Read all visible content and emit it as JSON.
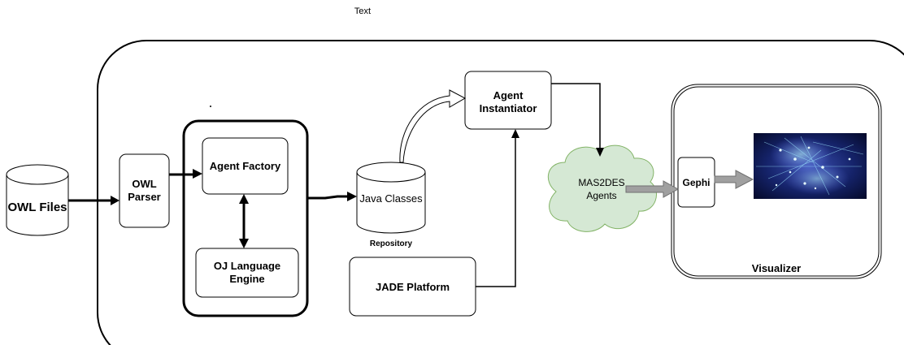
{
  "floating_text": "Text",
  "owl_files": "OWL Files",
  "owl_parser_line1": "OWL",
  "owl_parser_line2": "Parser",
  "agent_factory": "Agent Factory",
  "oj_engine_line1": "OJ Language",
  "oj_engine_line2": "Engine",
  "java_classes": "Java Classes",
  "repository": "Repository",
  "jade_platform": "JADE Platform",
  "agent_inst_line1": "Agent",
  "agent_inst_line2": "Instantiator",
  "mas2des_line1": "MAS2DES",
  "mas2des_line2": "Agents",
  "gephi": "Gephi",
  "visualizer": "Visualizer",
  "colors": {
    "cloud_fill": "#d5e8d4",
    "cloud_stroke": "#82b366",
    "gray_arrow": "#a0a0a0",
    "line": "#000000"
  },
  "icons": {
    "network_image": "network-visualization-image"
  }
}
